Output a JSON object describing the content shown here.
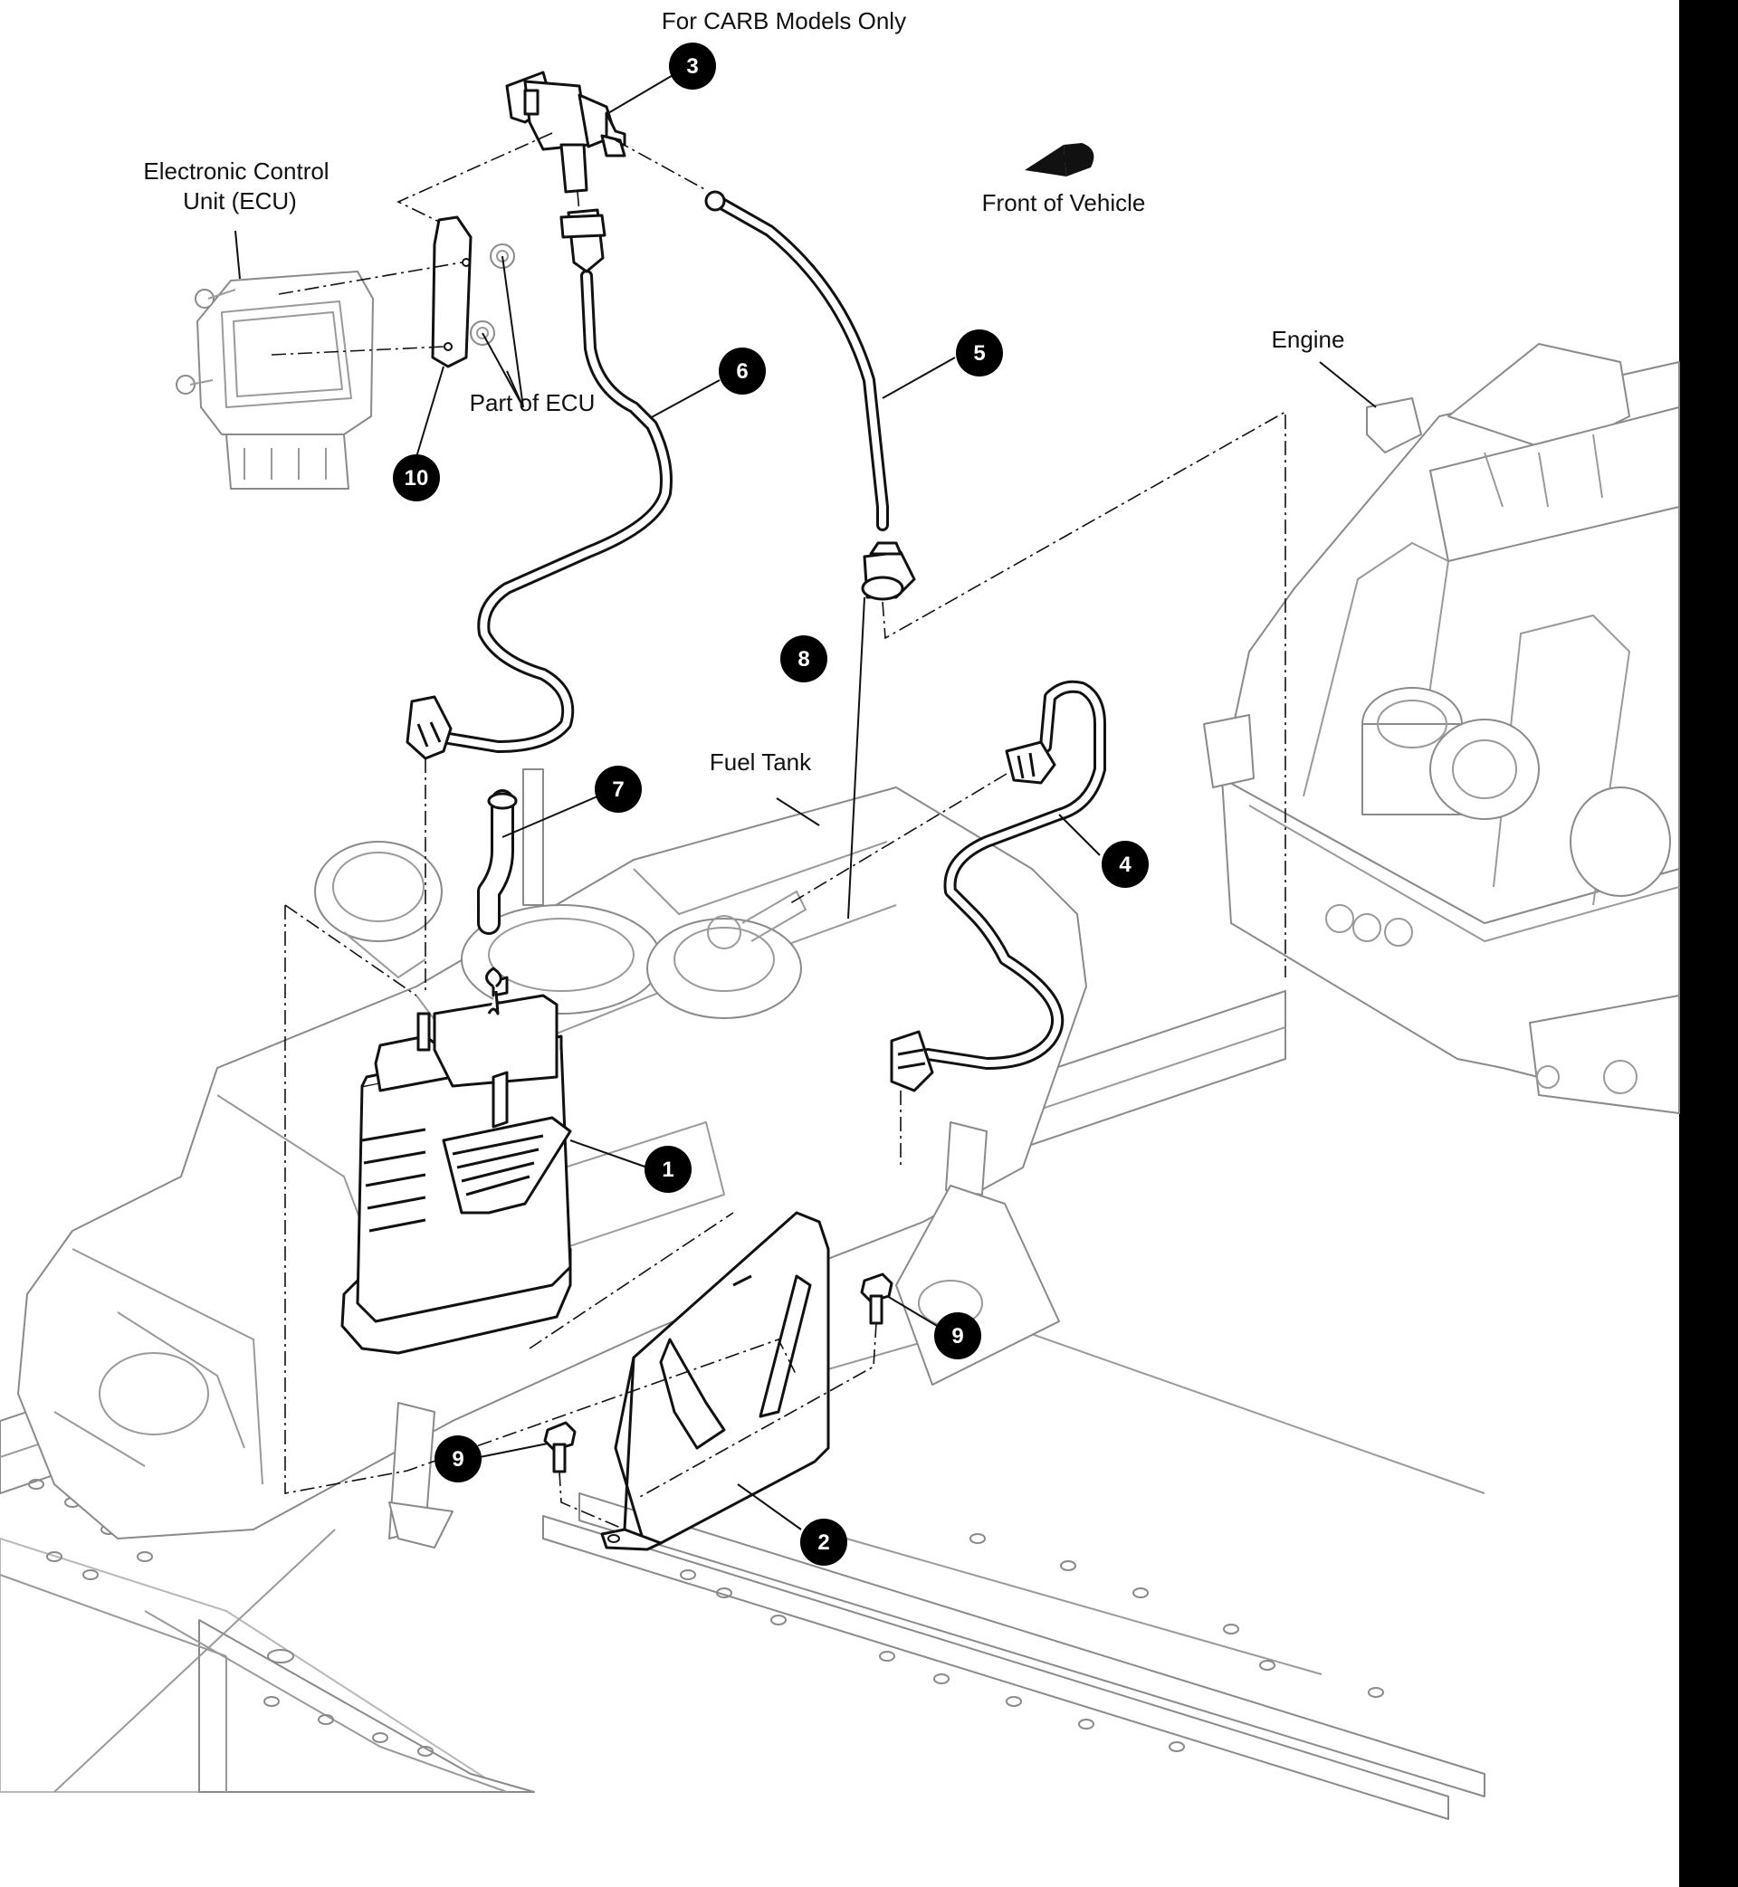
{
  "labels": {
    "carb": "For CARB Models Only",
    "ecu_line1": "Electronic Control",
    "ecu_line2": "Unit (ECU)",
    "front": "Front of Vehicle",
    "engine": "Engine",
    "part_of_ecu": "Part of ECU",
    "fuel_tank": "Fuel Tank"
  },
  "callouts": [
    "1",
    "2",
    "3",
    "4",
    "5",
    "6",
    "7",
    "8",
    "9",
    "9",
    "10"
  ],
  "colors": {
    "ink": "#111111",
    "ghost": "#9a9a9a",
    "background": "#ffffff",
    "right_band": "#000000"
  }
}
